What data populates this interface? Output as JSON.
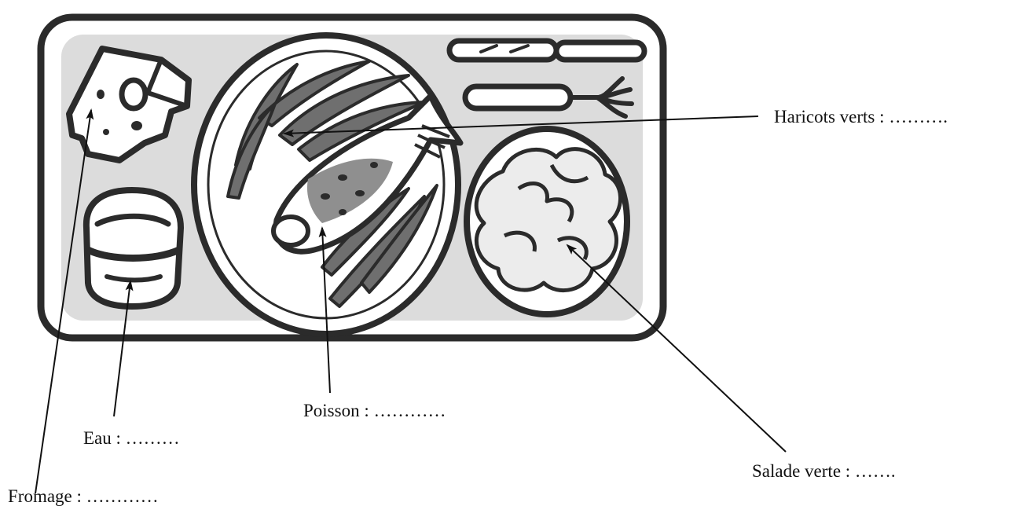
{
  "labels": {
    "haricots": "Haricots verts : ……….",
    "poisson": "Poisson : …………",
    "eau": "Eau : ………",
    "salade": "Salade verte : …….",
    "fromage": "Fromage : …………"
  },
  "colors": {
    "ink": "#2b2b2b",
    "tray_shade": "#dcdcdc",
    "bean_fill": "#6f6f6f",
    "fish_spot": "#8f8f8f",
    "leaf_fill": "#ececec"
  }
}
